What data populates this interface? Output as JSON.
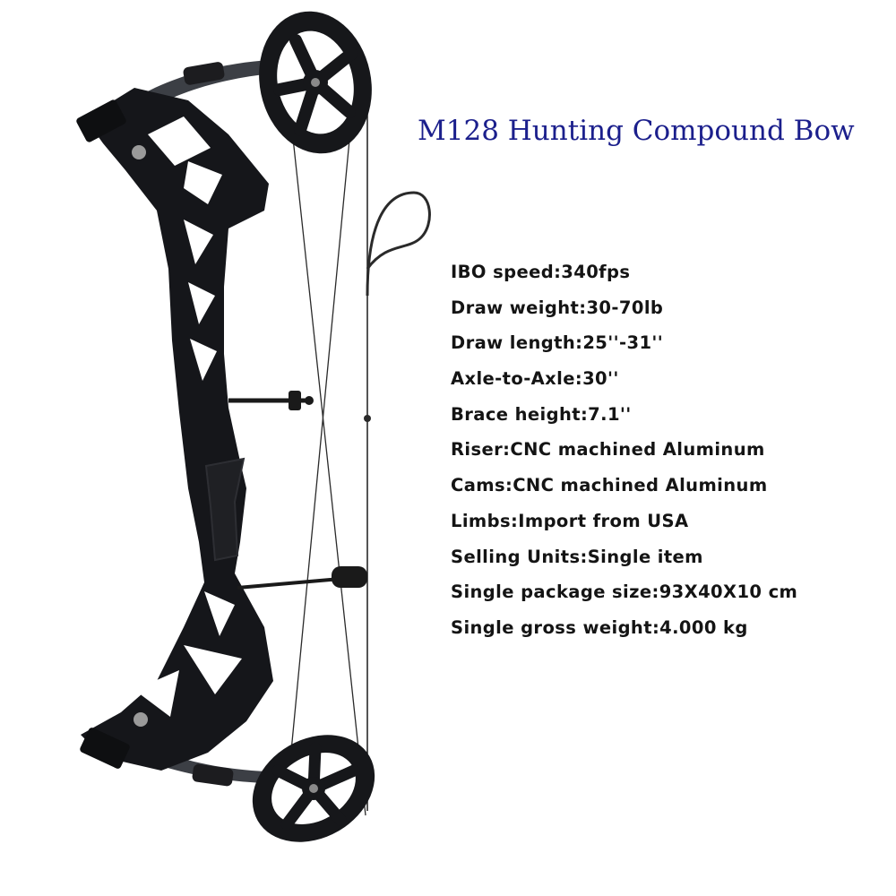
{
  "product": {
    "title": "M128 Hunting Compound Bow",
    "title_color": "#1b1f8c"
  },
  "specs": [
    {
      "label": "IBO speed",
      "value": "340fps"
    },
    {
      "label": "Draw weight",
      "value": "30-70lb"
    },
    {
      "label": "Draw length",
      "value": "25''-31''"
    },
    {
      "label": "Axle-to-Axle",
      "value": "30''"
    },
    {
      "label": "Brace height",
      "value": "7.1''"
    },
    {
      "label": "Riser",
      "value": "CNC machined Aluminum"
    },
    {
      "label": "Cams",
      "value": "CNC machined Aluminum"
    },
    {
      "label": "Limbs",
      "value": "Import from USA"
    },
    {
      "label": "Selling Units",
      "value": "Single item"
    },
    {
      "label": "Single package size",
      "value": "93X40X10 cm"
    },
    {
      "label": "Single gross weight",
      "value": "4.000 kg"
    }
  ],
  "colors": {
    "background": "#ffffff",
    "spec_text": "#141414",
    "bow_body": "#15161a",
    "bow_limb": "#3c3f45"
  }
}
